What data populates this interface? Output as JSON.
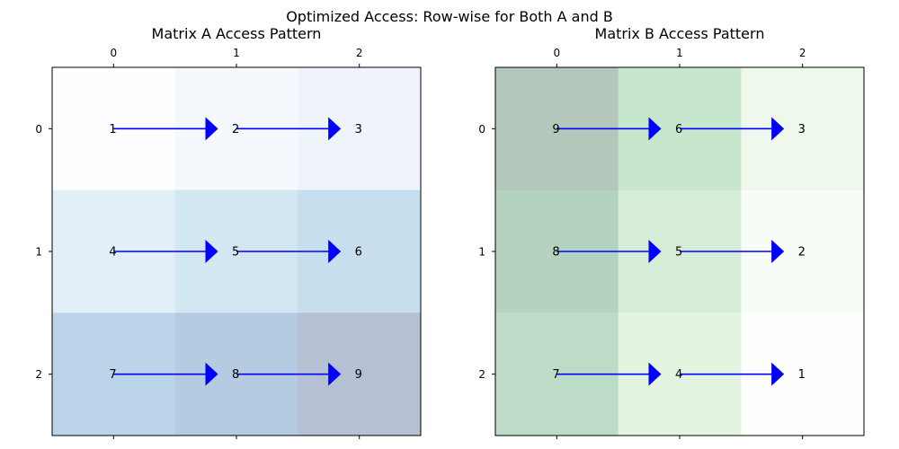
{
  "suptitle": "Optimized Access: Row-wise for Both A and B",
  "chart_data": [
    {
      "type": "heatmap",
      "title": "Matrix A Access Pattern",
      "x_ticks": [
        "0",
        "1",
        "2"
      ],
      "y_ticks": [
        "0",
        "1",
        "2"
      ],
      "values": [
        [
          1,
          2,
          3
        ],
        [
          4,
          5,
          6
        ],
        [
          7,
          8,
          9
        ]
      ],
      "colormap": "Blues",
      "cell_alpha": 0.3,
      "color_range": [
        1,
        9
      ],
      "arrow_color": "#0000ff",
      "arrows": [
        {
          "from": [
            0,
            0
          ],
          "to": [
            0,
            1
          ]
        },
        {
          "from": [
            0,
            1
          ],
          "to": [
            0,
            2
          ]
        },
        {
          "from": [
            1,
            0
          ],
          "to": [
            1,
            1
          ]
        },
        {
          "from": [
            1,
            1
          ],
          "to": [
            1,
            2
          ]
        },
        {
          "from": [
            2,
            0
          ],
          "to": [
            2,
            1
          ]
        },
        {
          "from": [
            2,
            1
          ],
          "to": [
            2,
            2
          ]
        }
      ],
      "grid": false
    },
    {
      "type": "heatmap",
      "title": "Matrix B Access Pattern",
      "x_ticks": [
        "0",
        "1",
        "2"
      ],
      "y_ticks": [
        "0",
        "1",
        "2"
      ],
      "values": [
        [
          9,
          6,
          3
        ],
        [
          8,
          5,
          2
        ],
        [
          7,
          4,
          1
        ]
      ],
      "colormap": "Greens",
      "cell_alpha": 0.3,
      "color_range": [
        1,
        9
      ],
      "arrow_color": "#0000ff",
      "arrows": [
        {
          "from": [
            0,
            0
          ],
          "to": [
            0,
            1
          ]
        },
        {
          "from": [
            0,
            1
          ],
          "to": [
            0,
            2
          ]
        },
        {
          "from": [
            1,
            0
          ],
          "to": [
            1,
            1
          ]
        },
        {
          "from": [
            1,
            1
          ],
          "to": [
            1,
            2
          ]
        },
        {
          "from": [
            2,
            0
          ],
          "to": [
            2,
            1
          ]
        },
        {
          "from": [
            2,
            1
          ],
          "to": [
            2,
            2
          ]
        }
      ],
      "grid": false
    }
  ]
}
